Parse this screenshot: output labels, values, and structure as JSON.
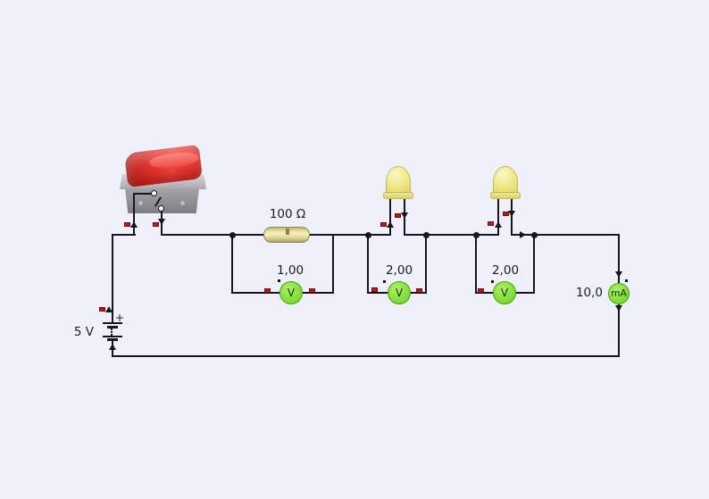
{
  "app": {
    "type": "circuit-simulator-canvas",
    "background_color": "#eef0fa",
    "wire_color": "#16161e"
  },
  "circuit": {
    "battery": {
      "label": "5 V",
      "polarity_mark": "+"
    },
    "switch": {
      "kind": "rocker-switch",
      "state": "closed",
      "rocker_color": "#e6342c",
      "body_color": "#96969a"
    },
    "resistor": {
      "label": "100 Ω",
      "body_color": "#e9e3a2"
    },
    "leds": [
      {
        "name": "led-1",
        "color": "#efe98c"
      },
      {
        "name": "led-2",
        "color": "#efe98c"
      }
    ],
    "meters": [
      {
        "name": "voltmeter-1",
        "reading": "1,00",
        "unit": "V"
      },
      {
        "name": "voltmeter-2",
        "reading": "2,00",
        "unit": "V"
      },
      {
        "name": "voltmeter-3",
        "reading": "2,00",
        "unit": "V"
      },
      {
        "name": "ammeter",
        "reading": "10,0",
        "unit": "mA"
      }
    ],
    "colors": {
      "meter_fill": "#7fdd33",
      "terminal_marker": "#c41414",
      "led_body": "#efe98c",
      "resistor_body": "#e9e3a2"
    }
  }
}
